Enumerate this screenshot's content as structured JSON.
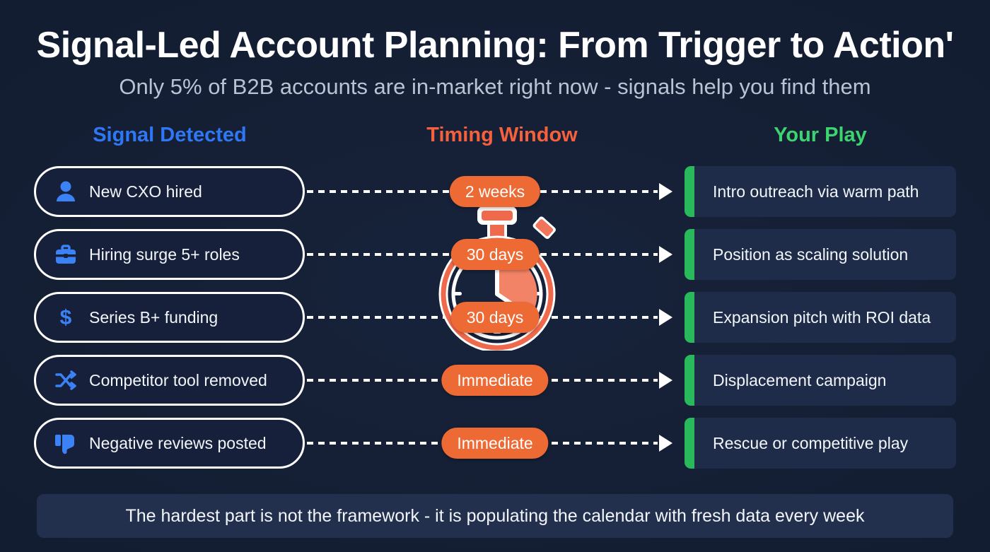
{
  "header": {
    "title": "Signal-Led Account Planning: From Trigger to Action'",
    "subtitle": "Only 5% of B2B accounts are in-market right now - signals help you find them"
  },
  "columns": {
    "signal": {
      "label": "Signal Detected",
      "color": "#2f78f5"
    },
    "timing": {
      "label": "Timing Window",
      "color": "#f4613c"
    },
    "play": {
      "label": "Your Play",
      "color": "#3dd36f"
    }
  },
  "rows": [
    {
      "signal": "New CXO hired",
      "icon": "person-icon",
      "timing": "2 weeks",
      "play": "Intro outreach via warm path"
    },
    {
      "signal": "Hiring surge 5+ roles",
      "icon": "briefcase-icon",
      "timing": "30 days",
      "play": "Position as scaling solution"
    },
    {
      "signal": "Series B+ funding",
      "icon": "dollar-icon",
      "timing": "30 days",
      "play": "Expansion pitch with ROI data"
    },
    {
      "signal": "Competitor tool removed",
      "icon": "shuffle-icon",
      "timing": "Immediate",
      "play": "Displacement campaign"
    },
    {
      "signal": "Negative reviews posted",
      "icon": "thumbs-down-icon",
      "timing": "Immediate",
      "play": "Rescue or competitive play"
    }
  ],
  "center_graphic": {
    "name": "stopwatch-icon"
  },
  "footer": {
    "text": "The hardest part is not the framework - it is populating the calendar with fresh data every week"
  },
  "palette": {
    "background": "#141e33",
    "signal_blue": "#2f78f5",
    "timing_orange": "#ee6a35",
    "play_green": "#29b85c",
    "card_bg": "#1e2c49",
    "text_light": "#f2f5fa",
    "subtitle_gray": "#b8c4d4"
  }
}
